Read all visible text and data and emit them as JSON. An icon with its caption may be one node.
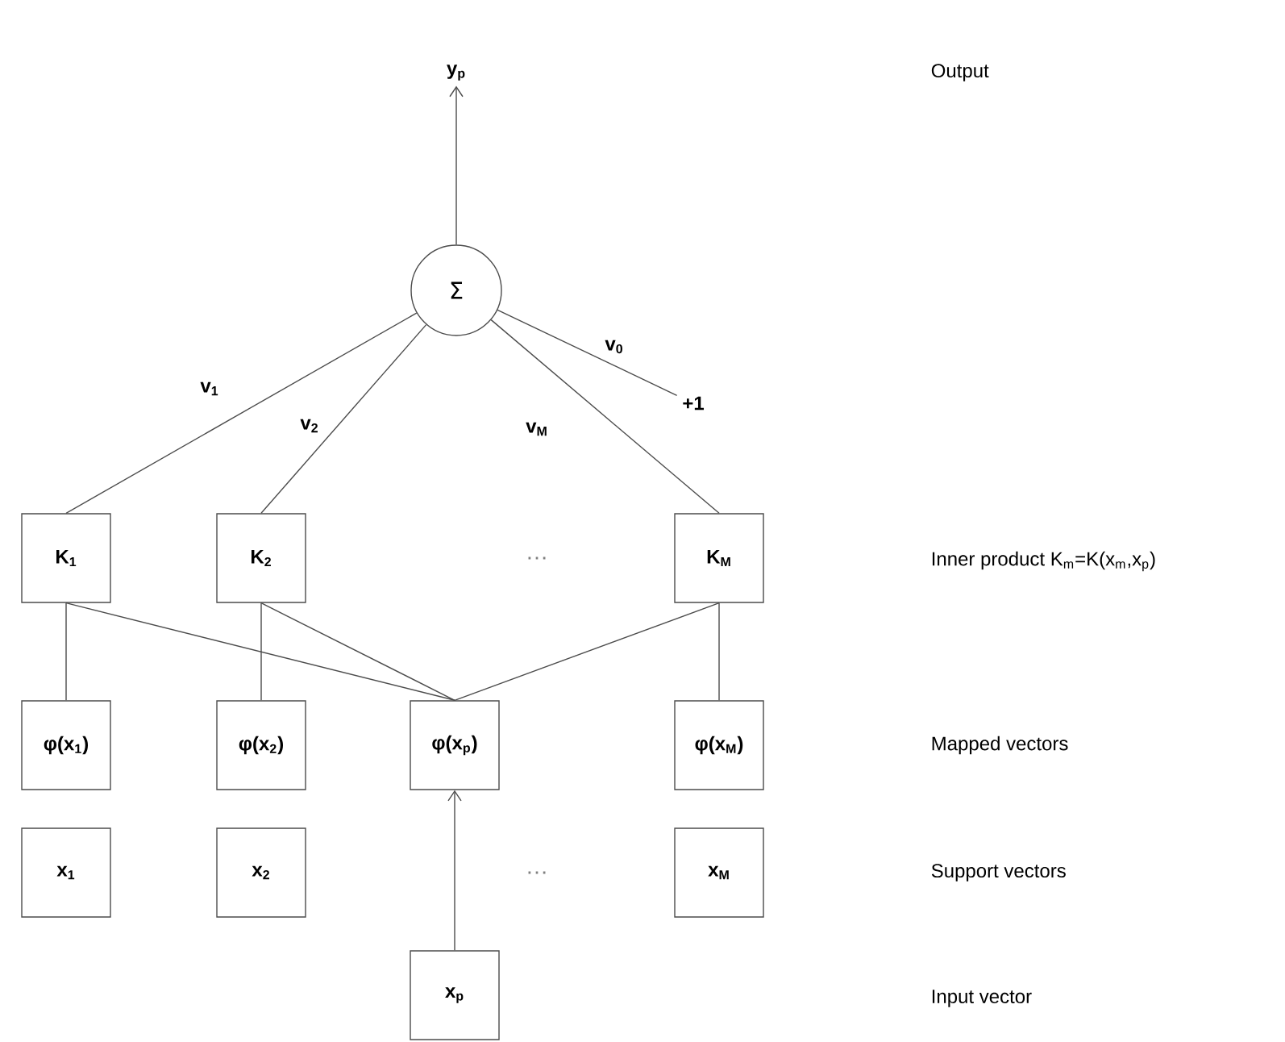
{
  "diagram": {
    "nodes": [
      {
        "text": [
          "y$_{p}$"
        ]
      },
      {
        "text": [
          "Σ"
        ]
      },
      {
        "text": [
          "+1"
        ]
      },
      {
        "text": [
          "K$_{1}$"
        ]
      },
      {
        "text": [
          "K$_{2}$"
        ]
      },
      {
        "text": [
          "K$_{M}$"
        ]
      },
      {
        "text": [
          "φ(x$_{1}$)"
        ]
      },
      {
        "text": [
          "φ(x$_{2}$)"
        ]
      },
      {
        "text": [
          "φ(x$_{p}$)"
        ]
      },
      {
        "text": [
          "φ(x$_{M}$)"
        ]
      },
      {
        "text": [
          "x$_{1}$"
        ]
      },
      {
        "text": [
          "x$_{2}$"
        ]
      },
      {
        "text": [
          "x$_{M}$"
        ]
      },
      {
        "text": [
          "x$_{p}$"
        ]
      }
    ],
    "edges": [
      {
        "from": 1,
        "to": 0,
        "arrow": "to"
      },
      {
        "from": 3,
        "to": 1,
        "arrow": "none",
        "label": "v$_{1}$"
      },
      {
        "from": 4,
        "to": 1,
        "arrow": "none",
        "label": "v$_{2}$"
      },
      {
        "from": 5,
        "to": 1,
        "arrow": "none",
        "label": "v$_{M}$"
      },
      {
        "from": 2,
        "to": 1,
        "arrow": "none",
        "label": "v$_{0}$"
      },
      {
        "from": 3,
        "to": 6,
        "arrow": "none"
      },
      {
        "from": 4,
        "to": 7,
        "arrow": "none"
      },
      {
        "from": 5,
        "to": 9,
        "arrow": "none"
      },
      {
        "from": 3,
        "to": 8,
        "arrow": "none"
      },
      {
        "from": 4,
        "to": 8,
        "arrow": "none"
      },
      {
        "from": 5,
        "to": 8,
        "arrow": "none"
      },
      {
        "from": 13,
        "to": 8,
        "arrow": "to"
      }
    ],
    "labels": [
      "Output",
      "…",
      "Inner product K$_{m}$=K(x$_{m}$,x$_{p}$)",
      "Mapped vectors",
      "…",
      "Support vectors",
      "Input vector"
    ]
  }
}
